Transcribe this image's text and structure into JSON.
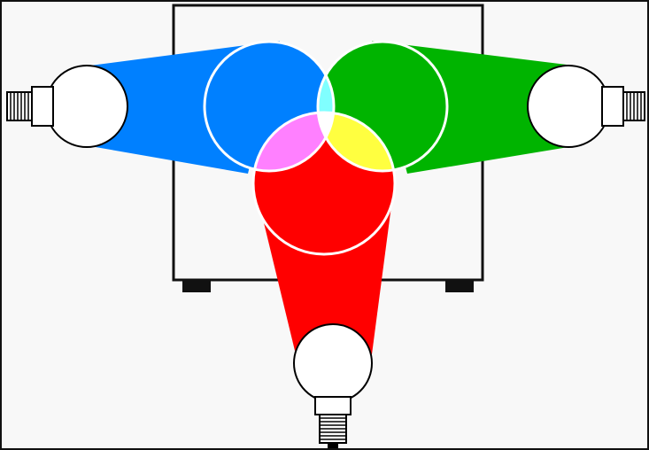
{
  "colors": {
    "background": "#f8f8f8",
    "frame_border": "#111111",
    "screen_outline": "#111111",
    "blue": "#0080ff",
    "green": "#00b400",
    "red": "#ff0000",
    "cyan": "#80ffff",
    "magenta": "#ff80ff",
    "yellow": "#ffff40",
    "white": "#ffffff",
    "bulb_fill": "#ffffff",
    "bulb_outline": "#000000"
  },
  "lights": [
    {
      "id": "blue",
      "color_name": "blue",
      "icon": "light-bulb-icon"
    },
    {
      "id": "green",
      "color_name": "green",
      "icon": "light-bulb-icon"
    },
    {
      "id": "red",
      "color_name": "red",
      "icon": "light-bulb-icon"
    }
  ],
  "overlaps": [
    {
      "id": "blue-green",
      "color_name": "cyan"
    },
    {
      "id": "red-blue",
      "color_name": "magenta"
    },
    {
      "id": "red-green",
      "color_name": "yellow"
    },
    {
      "id": "center",
      "color_name": "white"
    }
  ]
}
